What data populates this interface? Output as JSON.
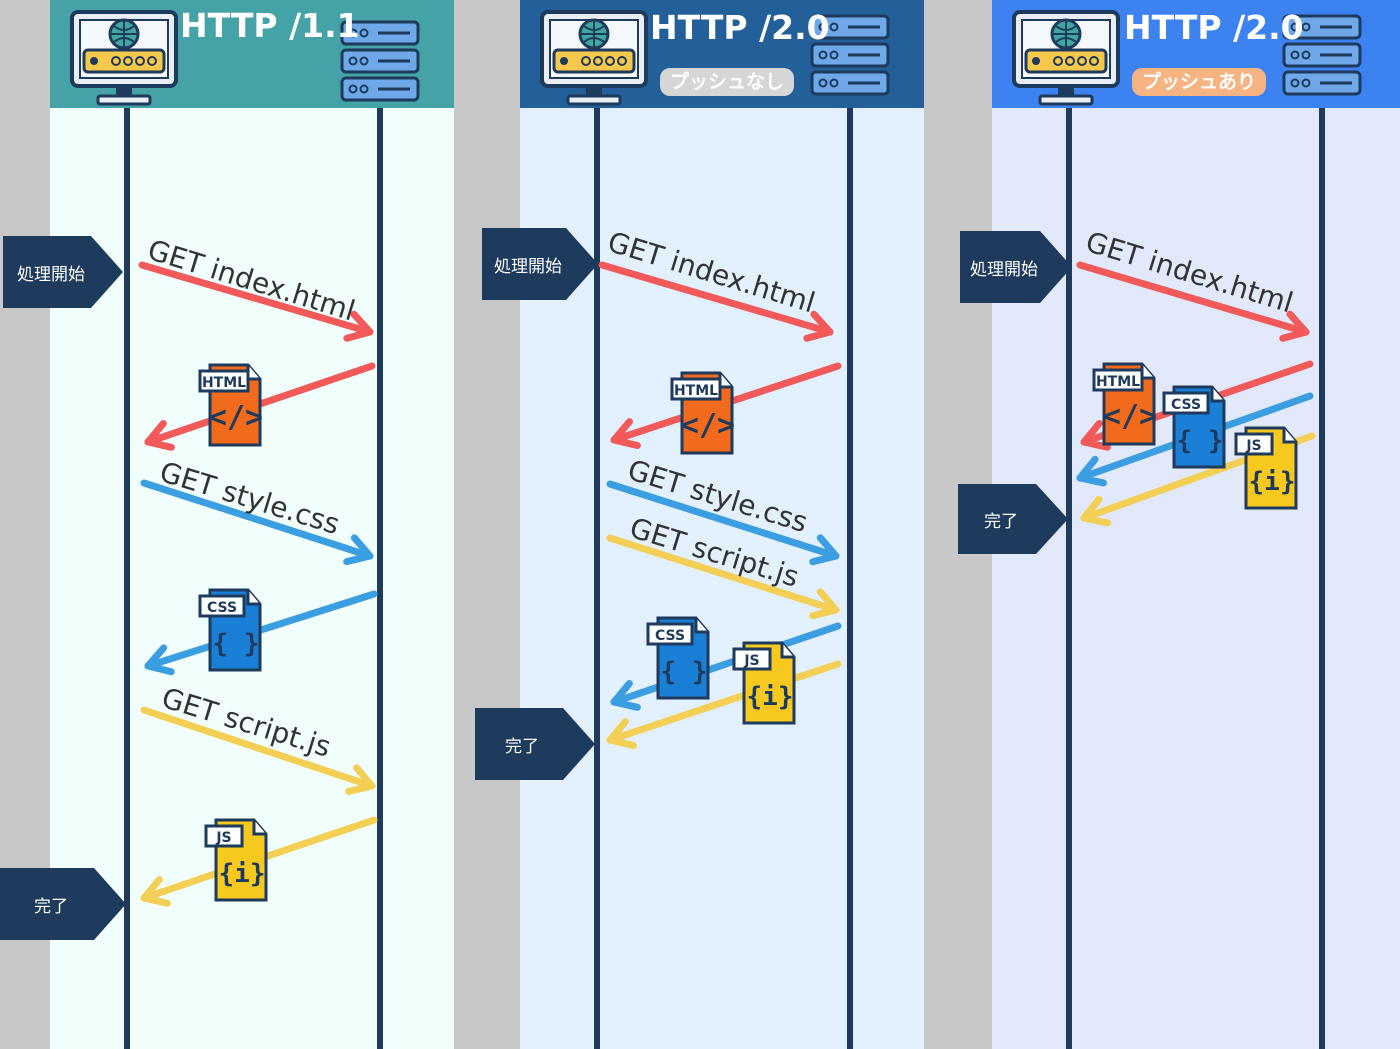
{
  "panels": [
    {
      "title": "HTTP /1.1",
      "badge": "",
      "head_color": "#45a3a8",
      "body_color": "#f0fffc"
    },
    {
      "title": "HTTP /2.0",
      "badge": "プッシュなし",
      "head_color": "#23609a",
      "body_color": "#e3f0fe",
      "badge_color": "#d6d6d6"
    },
    {
      "title": "HTTP /2.0",
      "badge": "プッシュあり",
      "head_color": "#3c82f0",
      "body_color": "#e1e9fb",
      "badge_color": "#f6b482"
    }
  ],
  "labels": {
    "start": "処理開始",
    "done": "完了"
  },
  "messages": {
    "get_index": "GET index.html",
    "get_style": "GET style.css",
    "get_script": "GET script.js"
  },
  "file_icons": {
    "html": "HTML",
    "css": "CSS",
    "js": "JS"
  },
  "colors": {
    "red": "#f25a5a",
    "blue": "#3a9ee0",
    "yellow": "#f4cf55",
    "line": "#1e3a5c",
    "tag": "#1e3a5c"
  }
}
